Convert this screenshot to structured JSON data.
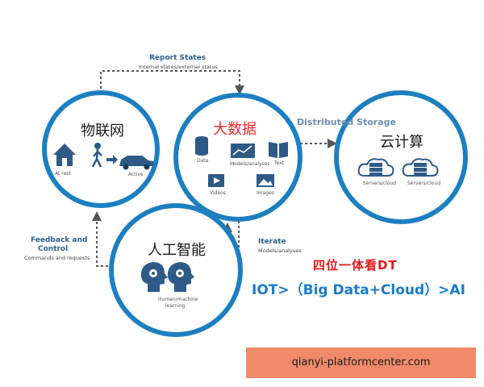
{
  "top_connector": {
    "title": "Report States",
    "subtitle": "Internal states/external status"
  },
  "iot": {
    "title": "物联网",
    "at_rest": "At rest",
    "active": "Active"
  },
  "bigdata": {
    "title": "大数据",
    "data": "Data",
    "models": "Models/analyses",
    "text": "Text",
    "videos": "Videos",
    "images": "Images"
  },
  "storage_connector": {
    "title": "Distributed Storage"
  },
  "cloud": {
    "title": "云计算",
    "server1": "Servers/cloud",
    "server2": "Servers/cloud"
  },
  "feedback": {
    "title_line1": "Feedback and",
    "title_line2": "Control",
    "subtitle": "Commands and requests"
  },
  "iterate": {
    "title": "Iterate",
    "subtitle": "Models/analyses"
  },
  "ai": {
    "title": "人工智能",
    "caption_line1": "Human/machine",
    "caption_line2": "learning"
  },
  "tagline": "四位一体看DT",
  "formula": "IOT>（Big Data+Cloud）>AI",
  "watermark": "qianyi-platformcenter.com",
  "colors": {
    "ring": "#1d7fc0",
    "dotted": "#555555",
    "red": "#e8282b",
    "blue_text": "#1b7bc6",
    "icon": "#2f5a86"
  }
}
